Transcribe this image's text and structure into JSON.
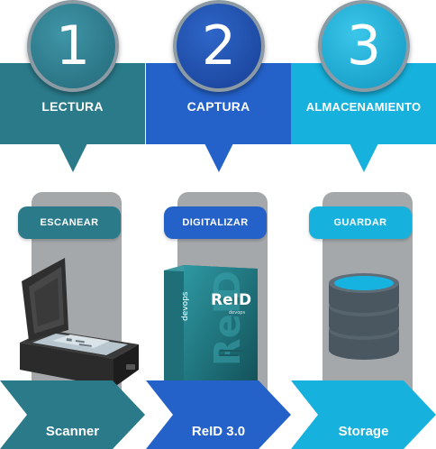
{
  "steps": [
    {
      "number": "1",
      "title": "LECTURA",
      "action": "ESCANEAR",
      "item": "Scanner",
      "colors": {
        "band": "#2a7a8a",
        "circle": "#2a7a8a",
        "triangle": "#2a7a8a",
        "pill": "#2a7a8a",
        "chevron": "#2a7a8a"
      },
      "icon": "flatbed-scanner-icon"
    },
    {
      "number": "2",
      "title": "CAPTURA",
      "action": "DIGITALIZAR",
      "item": "ReID 3.0",
      "colors": {
        "band": "#2461c9",
        "circle": "#1f4fb0",
        "triangle": "#2461c9",
        "pill": "#2461c9",
        "chevron": "#2461c9"
      },
      "icon": "software-box-icon",
      "box_text": {
        "brand": "ReID",
        "spine": "devops",
        "maker": "devops"
      }
    },
    {
      "number": "3",
      "title": "ALMACENAMIENTO",
      "action": "GUARDAR",
      "item": "Storage",
      "colors": {
        "band": "#16b1dd",
        "circle": "#16b1dd",
        "triangle": "#16b1dd",
        "pill": "#16b1dd",
        "chevron": "#16b1dd"
      },
      "icon": "database-icon"
    }
  ],
  "accent_colors": {
    "card": "#a5a8ab",
    "circle_ring": "#8c9aa3"
  }
}
